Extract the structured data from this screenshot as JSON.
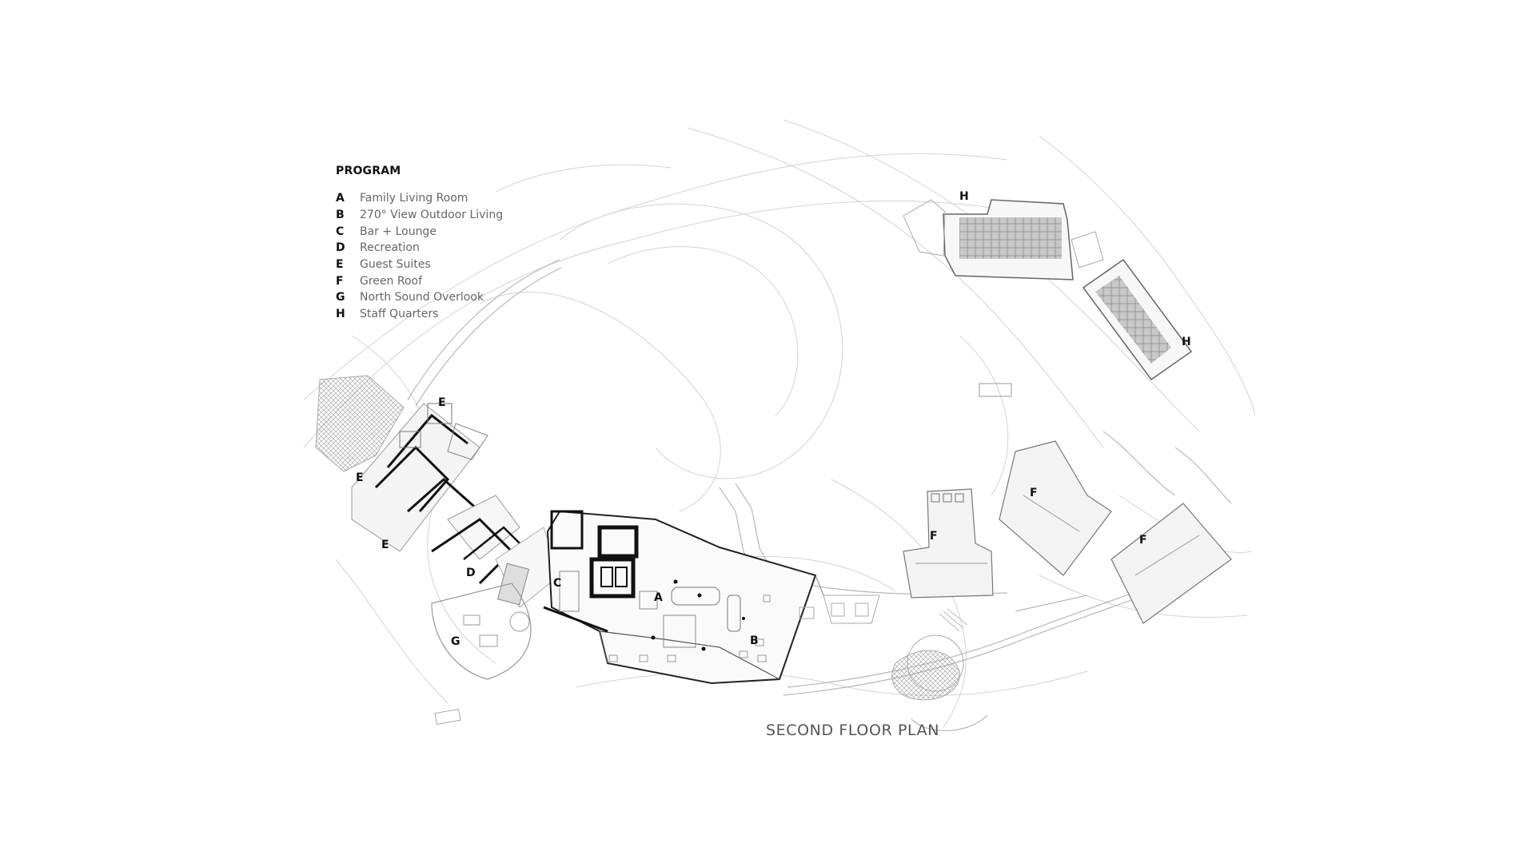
{
  "legend": {
    "title": "PROGRAM",
    "items": [
      {
        "letter": "A",
        "label": "Family Living Room"
      },
      {
        "letter": "B",
        "label": "270° View Outdoor Living"
      },
      {
        "letter": "C",
        "label": "Bar + Lounge"
      },
      {
        "letter": "D",
        "label": "Recreation"
      },
      {
        "letter": "E",
        "label": "Guest Suites"
      },
      {
        "letter": "F",
        "label": "Green Roof"
      },
      {
        "letter": "G",
        "label": "North Sound Overlook"
      },
      {
        "letter": "H",
        "label": "Staff Quarters"
      }
    ]
  },
  "caption": "SECOND FLOOR PLAN",
  "plan_labels": {
    "a": "A",
    "b": "B",
    "c": "C",
    "d": "D",
    "e1": "E",
    "e2": "E",
    "e3": "E",
    "f1": "F",
    "f2": "F",
    "f3": "F",
    "g": "G",
    "h1": "H",
    "h2": "H"
  },
  "colors": {
    "line": "#bdbdbd",
    "wall": "#111111",
    "text": "#111111",
    "muted": "#666666"
  }
}
